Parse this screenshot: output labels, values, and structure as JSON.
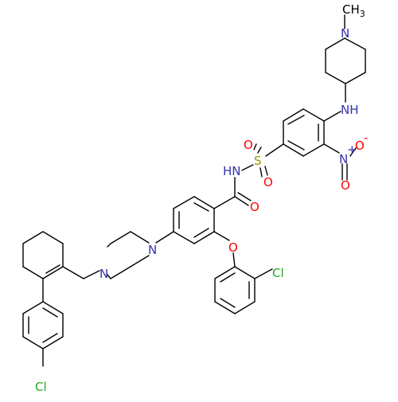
{
  "colors": {
    "bond": "#000000",
    "nitrogen": "#3333aa",
    "oxygen": "#ff0000",
    "sulfur": "#999900",
    "chlorine": "#22aa22",
    "carbon": "#000000"
  },
  "labels": {
    "methyl": "CH",
    "methyl_sub": "3",
    "piperidine_n": "N",
    "amine_nh": "NH",
    "nitro_n": "N",
    "nitro_plus": "+",
    "nitro_o_top": "O",
    "nitro_o_minus": "-",
    "nitro_o_bottom": "O",
    "sulfonyl_s": "S",
    "sulfonyl_o_left": "O",
    "sulfonyl_o_right": "O",
    "sulfonamide_nh": "HN",
    "carbonyl_o": "O",
    "piperazine_n_right": "N",
    "piperazine_n_left": "N",
    "ether_o": "O",
    "chloro_phenoxy": "Cl",
    "chloro_bottom": "Cl"
  }
}
